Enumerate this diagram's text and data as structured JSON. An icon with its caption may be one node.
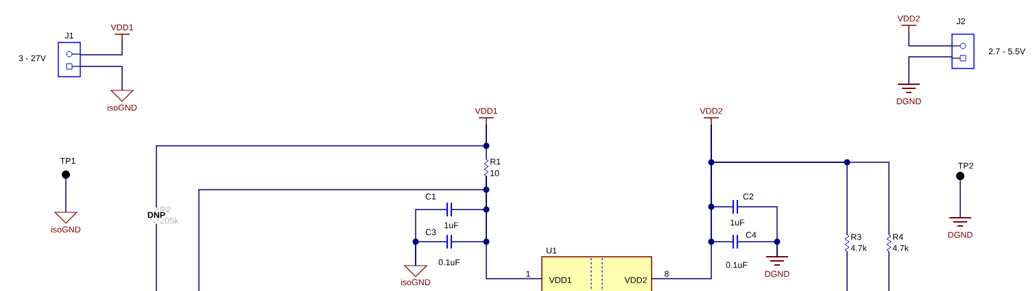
{
  "diagram": {
    "nodes": [
      {
        "text": [
          "J1"
        ],
        "beside": [
          "3 - 27V"
        ]
      },
      {
        "text": [
          "VDD1"
        ]
      },
      {
        "text": [
          "isoGND"
        ]
      },
      {
        "text": [
          "J2"
        ],
        "beside": [
          "2.7 - 5.5V"
        ]
      },
      {
        "text": [
          "VDD2"
        ]
      },
      {
        "text": [
          "DGND"
        ]
      },
      {
        "text": [
          "TP1"
        ]
      },
      {
        "text": [
          "isoGND"
        ]
      },
      {
        "text": [
          "TP2"
        ]
      },
      {
        "text": [
          "DGND"
        ]
      },
      {
        "text": [
          "VDD1"
        ]
      },
      {
        "text": [
          "R1",
          "10"
        ]
      },
      {
        "text": [
          "R2",
          "205k",
          "DNP"
        ]
      },
      {
        "text": [
          "C1",
          "1uF"
        ]
      },
      {
        "text": [
          "C3",
          "0.1uF"
        ]
      },
      {
        "text": [
          "isoGND"
        ]
      },
      {
        "text": [
          "U1",
          "VDD1",
          "VDD2"
        ],
        "beside": [
          "1",
          "8"
        ]
      },
      {
        "text": [
          "VDD2"
        ]
      },
      {
        "text": [
          "C2",
          "1uF"
        ]
      },
      {
        "text": [
          "C4",
          "0.1uF"
        ]
      },
      {
        "text": [
          "DGND"
        ]
      },
      {
        "text": [
          "R3",
          "4.7k"
        ]
      },
      {
        "text": [
          "R4",
          "4.7k"
        ]
      }
    ],
    "edges": [
      {
        "from": 0,
        "to": 1,
        "arrow": "none"
      },
      {
        "from": 0,
        "to": 2,
        "arrow": "none"
      },
      {
        "from": 3,
        "to": 4,
        "arrow": "none"
      },
      {
        "from": 3,
        "to": 5,
        "arrow": "none"
      },
      {
        "from": 6,
        "to": 7,
        "arrow": "none"
      },
      {
        "from": 8,
        "to": 9,
        "arrow": "none"
      },
      {
        "from": 10,
        "to": 11,
        "arrow": "none"
      },
      {
        "from": 10,
        "to": 12,
        "arrow": "none"
      },
      {
        "from": 11,
        "to": 13,
        "arrow": "none"
      },
      {
        "from": 11,
        "to": 14,
        "arrow": "none"
      },
      {
        "from": 11,
        "to": 16,
        "arrow": "none"
      },
      {
        "from": 13,
        "to": 15,
        "arrow": "none"
      },
      {
        "from": 14,
        "to": 15,
        "arrow": "none"
      },
      {
        "from": 16,
        "to": 17,
        "arrow": "none"
      },
      {
        "from": 17,
        "to": 18,
        "arrow": "none"
      },
      {
        "from": 17,
        "to": 19,
        "arrow": "none"
      },
      {
        "from": 18,
        "to": 20,
        "arrow": "none"
      },
      {
        "from": 19,
        "to": 20,
        "arrow": "none"
      },
      {
        "from": 17,
        "to": 21,
        "arrow": "none"
      },
      {
        "from": 17,
        "to": 22,
        "arrow": "none"
      },
      {
        "from": 11,
        "to": null,
        "arrow": "none"
      },
      {
        "from": 12,
        "to": null,
        "arrow": "none"
      },
      {
        "from": 21,
        "to": null,
        "arrow": "none"
      },
      {
        "from": 22,
        "to": null,
        "arrow": "none"
      }
    ]
  }
}
